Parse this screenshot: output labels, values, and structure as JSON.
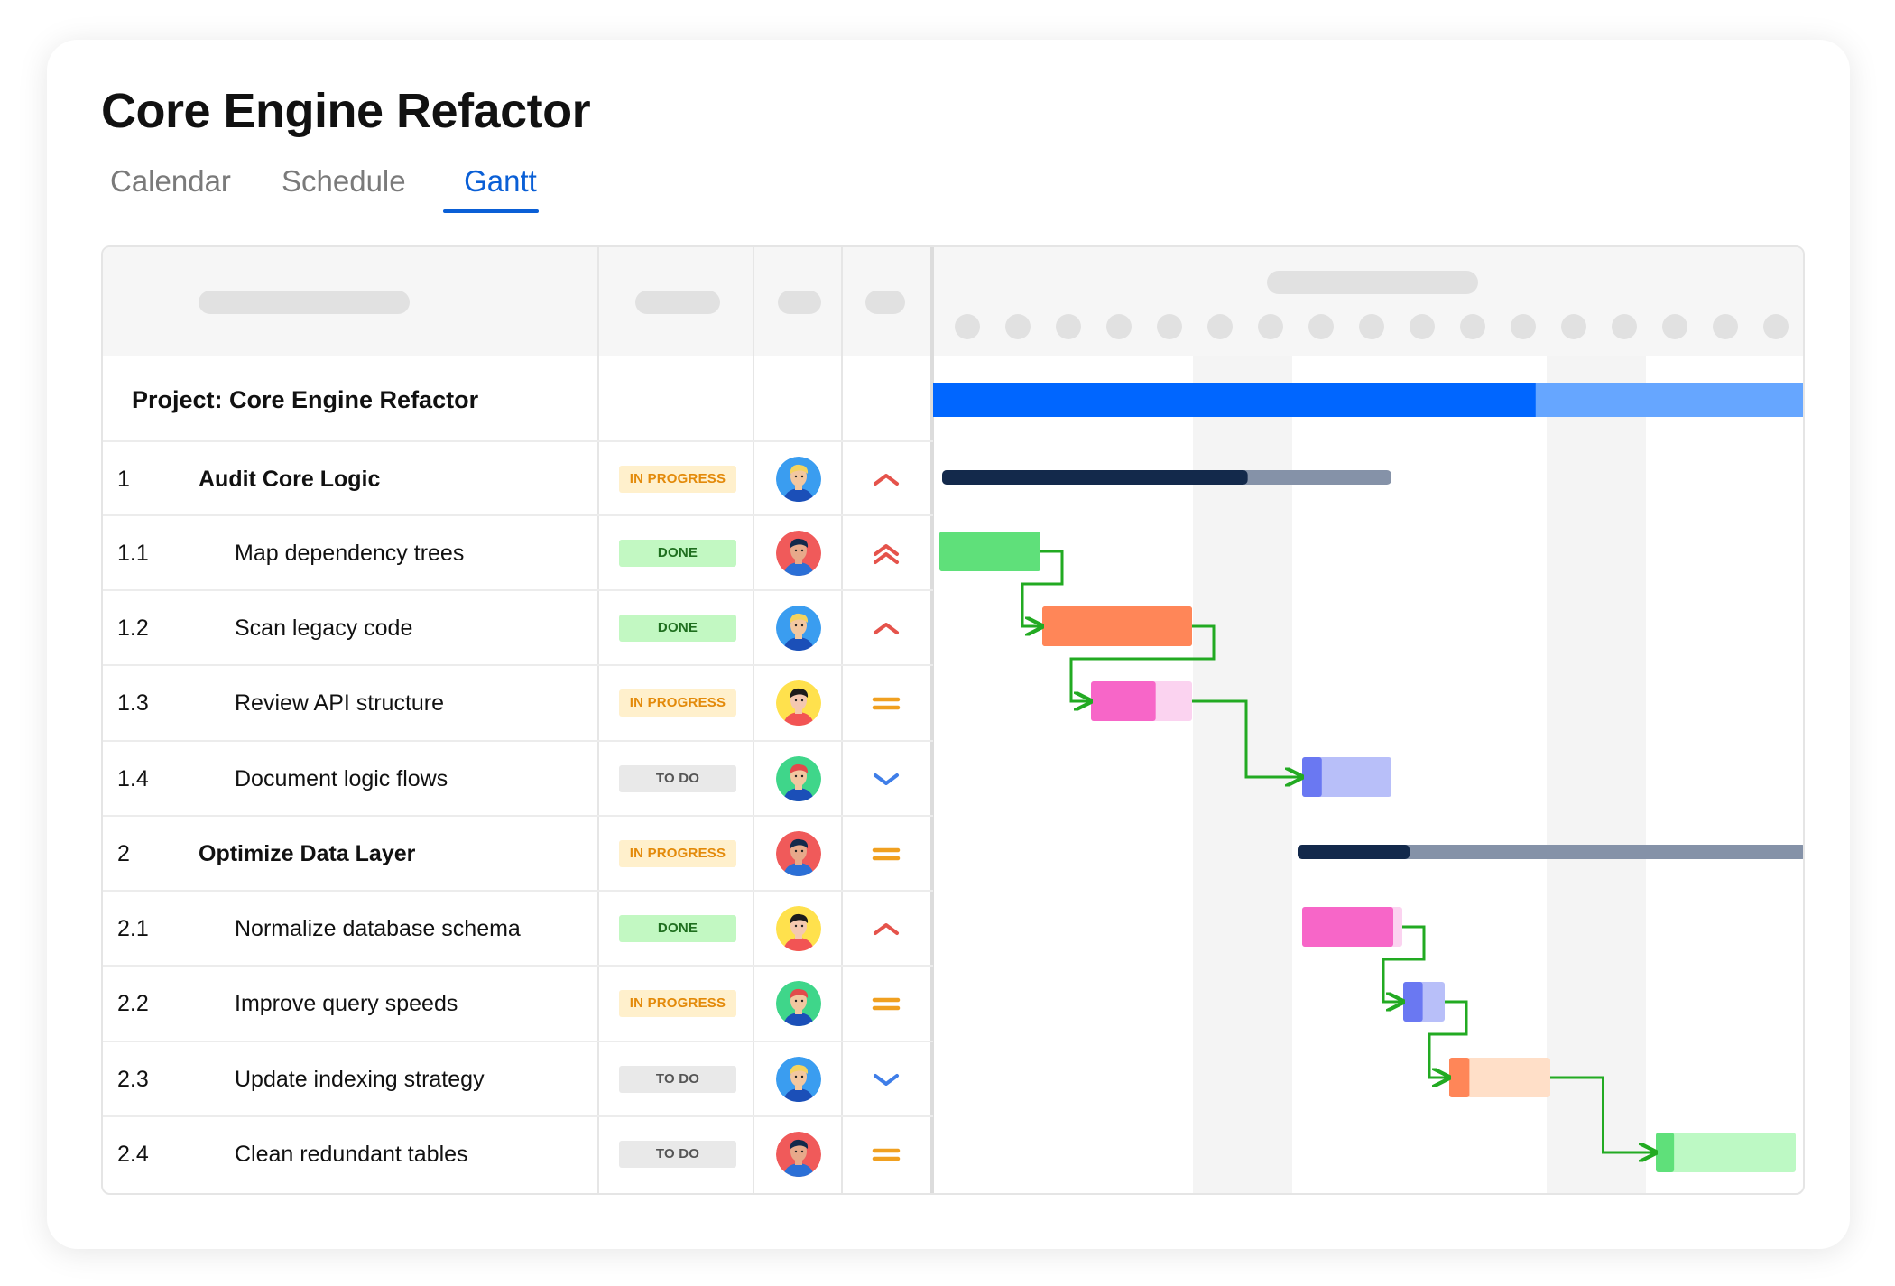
{
  "page": {
    "title": "Core Engine Refactor",
    "tabs": [
      {
        "label": "Calendar",
        "active": false
      },
      {
        "label": "Schedule",
        "active": false
      },
      {
        "label": "Gantt",
        "active": true
      }
    ]
  },
  "colors": {
    "accent": "#0a5fd6",
    "project_bar_done": "#0066ff",
    "project_bar_rest": "#66a6ff",
    "summary_done": "#13294b",
    "summary_rest": "#8592a8",
    "connector": "#22aa22",
    "status_inprogress_bg": "#fff0cc",
    "status_done_bg": "#c2f8c2",
    "status_todo_bg": "#e9e9e9"
  },
  "project_row": {
    "name": "Project: Core Engine Refactor",
    "progress": 0.69
  },
  "tasks": [
    {
      "num": "1",
      "name": "Audit Core Logic",
      "summary": true,
      "status": "IN PROGRESS",
      "status_kind": "inprog",
      "avatar": "avatar-blue-man",
      "priority": "high-icon",
      "progress": 0.68
    },
    {
      "num": "1.1",
      "name": "Map dependency trees",
      "summary": false,
      "status": "DONE",
      "status_kind": "done",
      "avatar": "avatar-red-woman",
      "priority": "highest-icon",
      "progress": 1.0,
      "color": "#5fe07a",
      "light": "#5fe07a"
    },
    {
      "num": "1.2",
      "name": "Scan legacy code",
      "summary": false,
      "status": "DONE",
      "status_kind": "done",
      "avatar": "avatar-blue-man",
      "priority": "high-icon",
      "progress": 1.0,
      "color": "#ff8658",
      "light": "#ff8658"
    },
    {
      "num": "1.3",
      "name": "Review API structure",
      "summary": false,
      "status": "IN PROGRESS",
      "status_kind": "inprog",
      "avatar": "avatar-yellow-woman",
      "priority": "medium-icon",
      "progress": 0.64,
      "color": "#f766c8",
      "light": "#fbd3f0"
    },
    {
      "num": "1.4",
      "name": "Document logic flows",
      "summary": false,
      "status": "TO DO",
      "status_kind": "todo",
      "avatar": "avatar-green-man",
      "priority": "low-icon",
      "progress": 0.22,
      "color": "#6a78f2",
      "light": "#b8bff9"
    },
    {
      "num": "2",
      "name": "Optimize Data Layer",
      "summary": true,
      "status": "IN PROGRESS",
      "status_kind": "inprog",
      "avatar": "avatar-red-woman",
      "priority": "medium-icon",
      "progress": 0.22
    },
    {
      "num": "2.1",
      "name": "Normalize database schema",
      "summary": false,
      "status": "DONE",
      "status_kind": "done",
      "avatar": "avatar-yellow-woman",
      "priority": "high-icon",
      "progress": 0.91,
      "color": "#f766c8",
      "light": "#fbd3f0"
    },
    {
      "num": "2.2",
      "name": "Improve query speeds",
      "summary": false,
      "status": "IN PROGRESS",
      "status_kind": "inprog",
      "avatar": "avatar-green-man",
      "priority": "medium-icon",
      "progress": 0.47,
      "color": "#6a78f2",
      "light": "#b8bff9"
    },
    {
      "num": "2.3",
      "name": "Update indexing strategy",
      "summary": false,
      "status": "TO DO",
      "status_kind": "todo",
      "avatar": "avatar-blue-man",
      "priority": "low-icon",
      "progress": 0.2,
      "color": "#ff8658",
      "light": "#ffdfc8"
    },
    {
      "num": "2.4",
      "name": "Clean redundant tables",
      "summary": false,
      "status": "TO DO",
      "status_kind": "todo",
      "avatar": "avatar-red-woman",
      "priority": "medium-icon",
      "progress": 0.13,
      "color": "#5fe07a",
      "light": "#bdf9c4"
    }
  ]
}
